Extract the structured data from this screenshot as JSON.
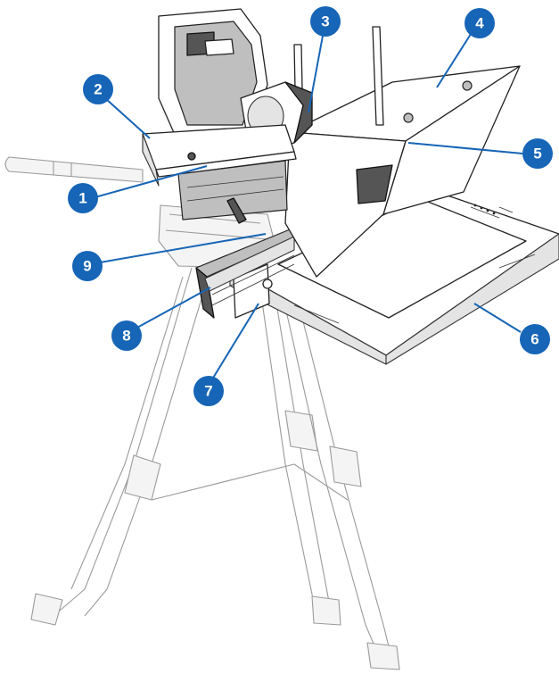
{
  "figure": {
    "callouts": [
      {
        "id": "1",
        "label": "1"
      },
      {
        "id": "2",
        "label": "2"
      },
      {
        "id": "3",
        "label": "3"
      },
      {
        "id": "4",
        "label": "4"
      },
      {
        "id": "5",
        "label": "5"
      },
      {
        "id": "6",
        "label": "6"
      },
      {
        "id": "7",
        "label": "7"
      },
      {
        "id": "8",
        "label": "8"
      },
      {
        "id": "9",
        "label": "9"
      }
    ],
    "colors": {
      "callout": "#1665b6",
      "line_art": "#222222",
      "tripod": "#9a9a9a"
    }
  }
}
